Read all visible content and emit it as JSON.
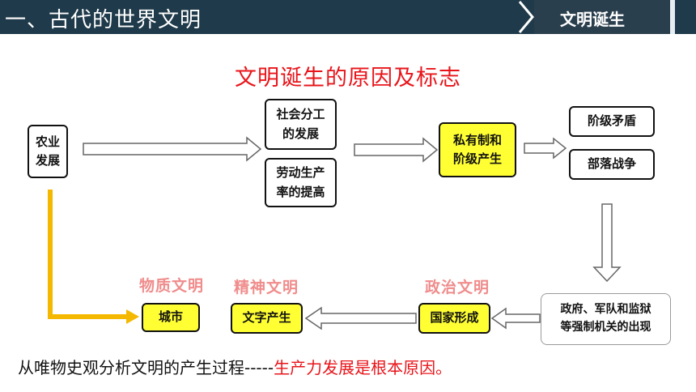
{
  "header": {
    "title": "一、古代的世界文明",
    "tab": "文明诞生"
  },
  "main_title": "文明诞生的原因及标志",
  "boxes": {
    "agriculture": [
      "农业",
      "发展"
    ],
    "division_of_labor": [
      "社会分工",
      "的发展"
    ],
    "productivity": [
      "劳动生产",
      "率的提高"
    ],
    "private_property": [
      "私有制和",
      "阶级产生"
    ],
    "class_conflict": "阶级矛盾",
    "tribal_war": "部落战争",
    "government": [
      "政府、军队和监狱",
      "等强制机关的出现"
    ],
    "state": "国家形成",
    "writing": "文字产生",
    "city": "城市"
  },
  "labels": {
    "material": "物质文明",
    "spiritual": "精神文明",
    "political": "政治文明"
  },
  "footer": {
    "prefix": "从唯物史观分析文明的产生过程-----",
    "highlight": "生产力发展是根本原因。"
  },
  "colors": {
    "header_bg": "#1f3a4a",
    "title_red": "#e8141a",
    "box_yellow": "#ffff33",
    "label_pink": "#f08c8c",
    "arrow_gold": "#f5b800"
  }
}
